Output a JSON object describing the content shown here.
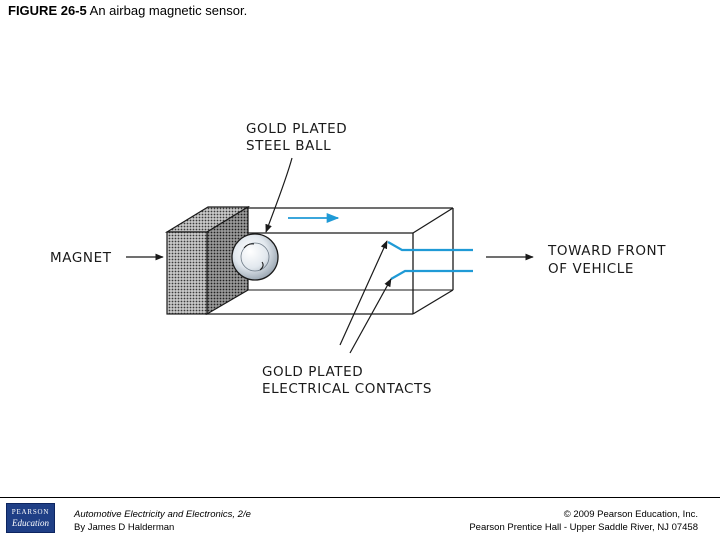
{
  "slide": {
    "figure_number": "FIGURE 26-5",
    "caption": "An airbag magnetic sensor."
  },
  "diagram": {
    "labels": {
      "ball_line1": "GOLD PLATED",
      "ball_line2": "STEEL BALL",
      "magnet": "MAGNET",
      "front_line1": "TOWARD FRONT",
      "front_line2": "OF VEHICLE",
      "contacts_line1": "GOLD PLATED",
      "contacts_line2": "ELECTRICAL CONTACTS"
    },
    "colors": {
      "accent_blue": "#1f9ad6",
      "magnet_fill": "#9a9a9a",
      "outline": "#1a1a1a"
    }
  },
  "footer": {
    "logo_top": "PEARSON",
    "logo_bottom": "Education",
    "book_title": "Automotive Electricity and Electronics, 2/e",
    "author": "By James D Halderman",
    "copyright": "© 2009 Pearson Education, Inc.",
    "publisher": "Pearson Prentice Hall - Upper Saddle River, NJ 07458"
  }
}
